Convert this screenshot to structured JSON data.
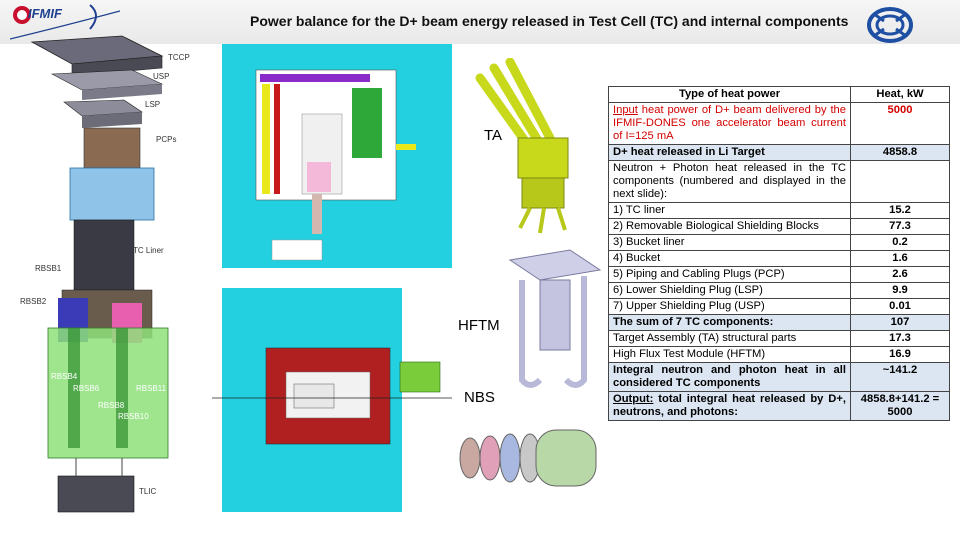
{
  "header": {
    "logo_text": "IFMIF",
    "title": "Power balance for the D+ beam energy released in Test Cell (TC) and internal components"
  },
  "left_labels": {
    "tccp": "TCCP",
    "usp": "USP",
    "lsp": "LSP",
    "pcps": "PCPs",
    "tc_liner": "TC Liner",
    "rbsb1": "RBSB1",
    "rbsb2": "RBSB2",
    "rbsb4": "RBSB4",
    "rbsb6": "RBSB6",
    "rbsb8": "RBSB8",
    "rbsb10": "RBSB10",
    "rbsb11": "RBSB11",
    "tlic": "TLIC"
  },
  "figure_labels": {
    "ta": "TA",
    "hftm": "HFTM",
    "nbs": "NBS"
  },
  "table": {
    "col1_header": "Type of heat power",
    "col2_header": "Heat, kW",
    "rows": [
      {
        "prefix": "Input",
        "label": " heat power of D+ beam delivered by the IFMIF-DONES one accelerator beam current of I=125 mA",
        "value": "5000"
      },
      {
        "label": "D+ heat released in Li Target",
        "value": "4858.8"
      },
      {
        "label": "Neutron + Photon heat released in the TC components (numbered and displayed in the next slide):",
        "value": ""
      },
      {
        "label": "1) TC liner",
        "value": "15.2"
      },
      {
        "label": "2) Removable Biological Shielding Blocks",
        "value": "77.3"
      },
      {
        "label": "3) Bucket liner",
        "value": "0.2"
      },
      {
        "label": "4) Bucket",
        "value": "1.6"
      },
      {
        "label": "5) Piping and Cabling Plugs (PCP)",
        "value": "2.6"
      },
      {
        "label": "6) Lower Shielding Plug (LSP)",
        "value": "9.9"
      },
      {
        "label": "7) Upper Shielding Plug (USP)",
        "value": "0.01"
      },
      {
        "label": "The sum of 7 TC components:",
        "value": "107"
      },
      {
        "label": "Target Assembly (TA) structural parts",
        "value": "17.3"
      },
      {
        "label": "High Flux Test Module (HFTM)",
        "value": "16.9"
      },
      {
        "label": "Integral neutron and photon heat in all considered TC components",
        "value": "~141.2"
      },
      {
        "prefix": "Output:",
        "label": " total integral heat released by D+, neutrons, and photons:",
        "value": "4858.8+141.2 = 5000"
      }
    ]
  },
  "colors": {
    "input_red": "#d40000",
    "shade_blue": "#dce6f2"
  }
}
